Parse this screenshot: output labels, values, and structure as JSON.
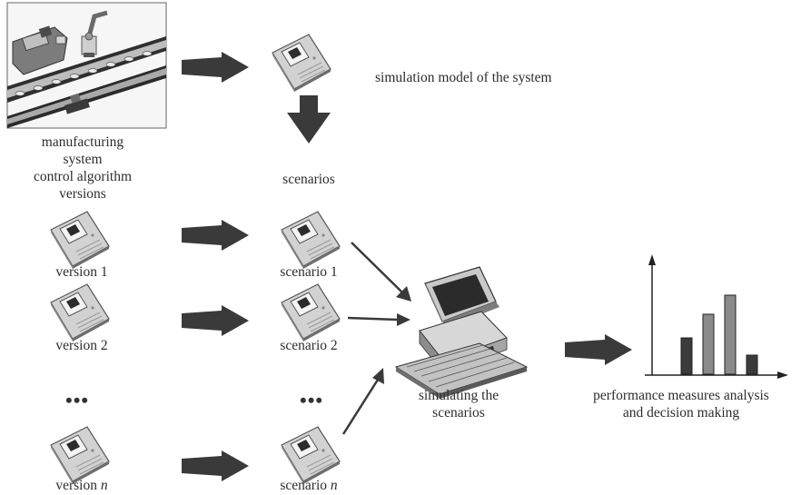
{
  "diagram": {
    "model_caption": "simulation model of the system",
    "system_caption": [
      "manufacturing",
      "system",
      "control algorithm",
      "versions"
    ],
    "scenarios_heading": "scenarios",
    "versions": [
      {
        "prefix": "version ",
        "index": "1"
      },
      {
        "prefix": "version ",
        "index": "2"
      },
      {
        "prefix": "version ",
        "index": "n"
      }
    ],
    "scenarios": [
      {
        "prefix": "scenario ",
        "index": "1"
      },
      {
        "prefix": "scenario ",
        "index": "2"
      },
      {
        "prefix": "scenario ",
        "index": "n"
      }
    ],
    "ellipsis": "•••",
    "computer_caption": [
      "simulating the",
      "scenarios"
    ],
    "analysis_caption": [
      "performance measures analysis",
      "and decision making"
    ],
    "bar_chart": {
      "relative_heights": [
        0.4,
        0.66,
        0.87,
        0.21
      ]
    },
    "icons": [
      "factory-photo-icon",
      "floppy-disk-icon",
      "computer-icon",
      "bar-chart-icon",
      "arrow-icon"
    ]
  }
}
